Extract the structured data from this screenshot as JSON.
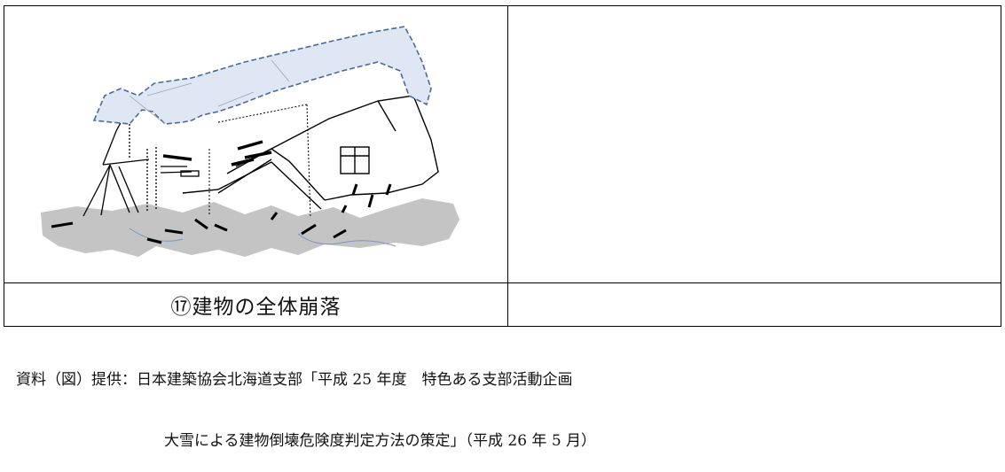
{
  "figure": {
    "caption": "⑰建物の全体崩落",
    "illustration_icon": "collapsed-house-illustration"
  },
  "source_note": {
    "line1": "資料（図）提供：日本建築協会北海道支部「平成 25 年度　特色ある支部活動企画",
    "line2": "大雪による建物倒壊危険度判定方法の策定」（平成 26 年 5 月）"
  },
  "colors": {
    "roof_fill": "#dfe6f4",
    "roof_outline": "#4a6a9a",
    "ground_fill": "#c4c4c4",
    "ground_stream": "#7a94c0"
  }
}
